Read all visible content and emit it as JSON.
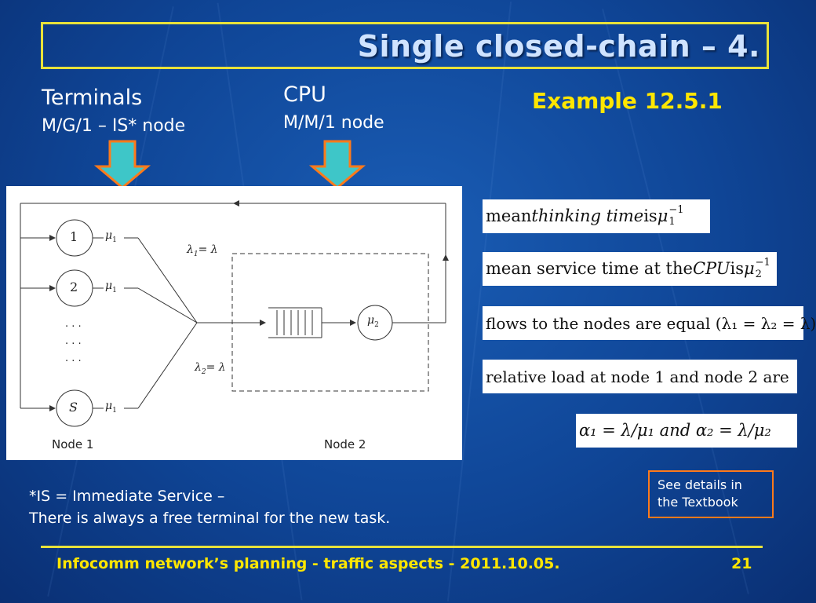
{
  "title": "Single closed-chain – 4.",
  "terminals": {
    "heading": "Terminals",
    "node": "M/G/1 – IS* node"
  },
  "cpu": {
    "heading": "CPU",
    "node": "M/M/1 node"
  },
  "example": "Example 12.5.1",
  "diagram": {
    "node1_label": "Node 1",
    "node2_label": "Node 2",
    "terminal_1": "1",
    "terminal_2": "2",
    "terminal_s": "S",
    "ellipsis": "· · ·",
    "mu1": "μ",
    "mu1_sub": "1",
    "mu2": "μ",
    "mu2_sub": "2",
    "lambda1": "λ",
    "lambda1_sub": "1",
    "lambda2": "λ",
    "lambda2_sub": "2",
    "eq": "= λ"
  },
  "formulas": {
    "f1_a": "mean ",
    "f1_b": "thinking time",
    "f1_c": " is ",
    "f1_mu": "μ",
    "f1_sub": "1",
    "f1_sup": "−1",
    "f2_a": "mean service time at the ",
    "f2_b": "CPU",
    "f2_c": " is ",
    "f2_mu": "μ",
    "f2_sub": "2",
    "f2_sup": "−1",
    "f3": "flows to the nodes are equal (λ₁ = λ₂ = λ)",
    "f4": "relative load at node 1 and node 2 are",
    "f5": "α₁ = λ/μ₁ and α₂ = λ/μ₂"
  },
  "note_line1": "*IS = Immediate Service –",
  "note_line2": "There is always a free terminal for the new task.",
  "details_line1": "See details in",
  "details_line2": "the Textbook",
  "footer": "Infocomm network’s planning - traffic aspects - 2011.10.05.",
  "page_number": "21",
  "colors": {
    "accent_yellow": "#ffe600",
    "border_yellow": "#e8e23a",
    "arrow_fill": "#3ec6c8",
    "arrow_stroke": "#ff7a1a",
    "details_border": "#ff7a1a"
  }
}
